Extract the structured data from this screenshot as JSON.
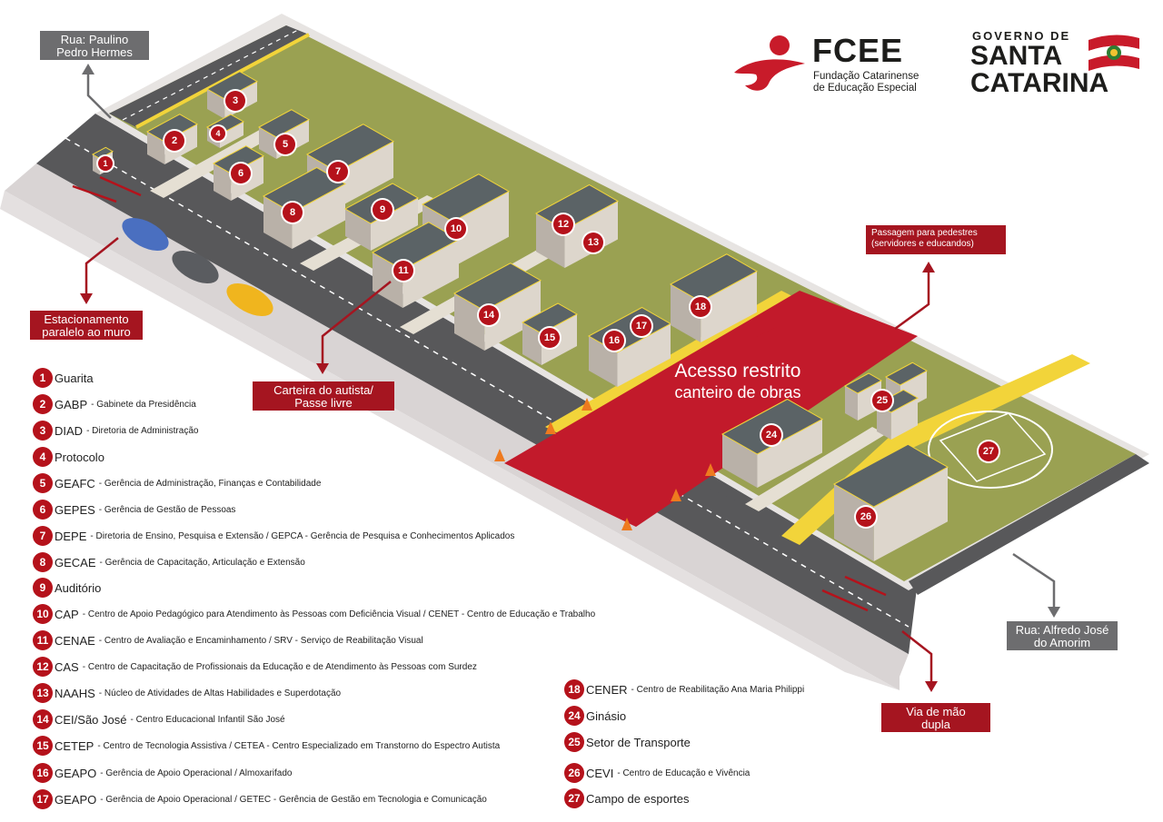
{
  "logos": {
    "fcee": {
      "name": "FCEE",
      "line1": "Fundação Catarinense",
      "line2": "de Educação Especial"
    },
    "sc": {
      "line1": "GOVERNO DE",
      "line2": "SANTA",
      "line3": "CATARINA"
    }
  },
  "street_labels": {
    "top": {
      "line1": "Rua: Paulino",
      "line2": "Pedro Hermes"
    },
    "bottom": {
      "line1": "Rua: Alfredo José",
      "line2": "do Amorim"
    }
  },
  "callouts": {
    "parking": {
      "line1": "Estacionamento",
      "line2": "paralelo ao muro"
    },
    "autism": {
      "line1": "Carteira do autista/",
      "line2": "Passe livre"
    },
    "crossing": {
      "line1": "Passagem para pedestres",
      "line2": "(servidores e educandos)"
    },
    "two_way": {
      "line1": "Via de mão",
      "line2": "dupla"
    }
  },
  "restricted": {
    "line1": "Acesso restrito",
    "line2": "canteiro de obras"
  },
  "legend": [
    {
      "num": "1",
      "code": "Guarita",
      "desc": ""
    },
    {
      "num": "2",
      "code": "GABP",
      "desc": "- Gabinete da Presidência"
    },
    {
      "num": "3",
      "code": "DIAD",
      "desc": "- Diretoria de Administração"
    },
    {
      "num": "4",
      "code": "Protocolo",
      "desc": ""
    },
    {
      "num": "5",
      "code": "GEAFC",
      "desc": "- Gerência de Administração, Finanças e Contabilidade"
    },
    {
      "num": "6",
      "code": "GEPES",
      "desc": "- Gerência de Gestão de Pessoas"
    },
    {
      "num": "7",
      "code": "DEPE",
      "desc": "- Diretoria de Ensino, Pesquisa e Extensão / GEPCA - Gerência de Pesquisa e Conhecimentos Aplicados"
    },
    {
      "num": "8",
      "code": "GECAE",
      "desc": "- Gerência de Capacitação, Articulação e Extensão"
    },
    {
      "num": "9",
      "code": "Auditório",
      "desc": ""
    },
    {
      "num": "10",
      "code": "CAP",
      "desc": "- Centro de Apoio Pedagógico para Atendimento às Pessoas com Deficiência Visual / CENET - Centro de Educação e Trabalho"
    },
    {
      "num": "11",
      "code": "CENAE",
      "desc": "- Centro de Avaliação e Encaminhamento / SRV - Serviço de Reabilitação Visual"
    },
    {
      "num": "12",
      "code": "CAS",
      "desc": "- Centro de Capacitação de Profissionais da Educação e de Atendimento às Pessoas com Surdez"
    },
    {
      "num": "13",
      "code": "NAAHS",
      "desc": "- Núcleo de Atividades de Altas Habilidades e Superdotação"
    },
    {
      "num": "14",
      "code": "CEI/São José",
      "desc": "- Centro Educacional Infantil São José"
    },
    {
      "num": "15",
      "code": "CETEP",
      "desc": "- Centro de Tecnologia Assistiva / CETEA - Centro Especializado em Transtorno do Espectro Autista"
    },
    {
      "num": "16",
      "code": "GEAPO",
      "desc": "- Gerência de Apoio Operacional / Almoxarifado"
    },
    {
      "num": "17",
      "code": "GEAPO",
      "desc": "- Gerência de Apoio Operacional / GETEC - Gerência de Gestão em Tecnologia e Comunicação"
    },
    {
      "num": "18",
      "code": "CENER",
      "desc": "- Centro de Reabilitação Ana Maria Philippi"
    },
    {
      "num": "24",
      "code": "Ginásio",
      "desc": ""
    },
    {
      "num": "25",
      "code": "Setor de Transporte",
      "desc": ""
    },
    {
      "num": "26",
      "code": "CEVI",
      "desc": "- Centro de Educação e Vivência"
    },
    {
      "num": "27",
      "code": "Campo de esportes",
      "desc": ""
    }
  ],
  "colors": {
    "accent": "#b5121b",
    "grass": "#9aa152",
    "road": "#58585a",
    "sidewalk": "#d9d4d4",
    "yellow": "#f2d43a"
  }
}
